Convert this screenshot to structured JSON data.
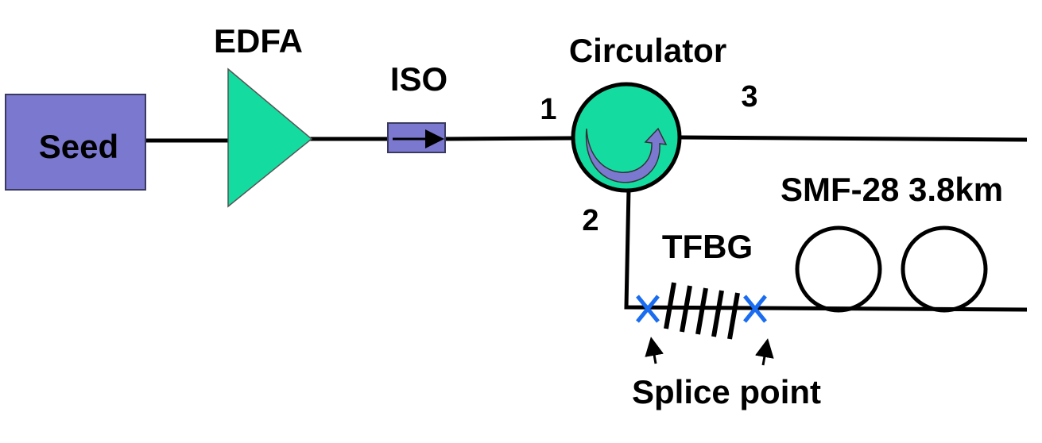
{
  "colors": {
    "seed_fill": "#7b78d0",
    "edfa_fill": "#14dca0",
    "circulator_fill": "#14dca0",
    "isolator_fill": "#7b78d0",
    "circulator_arrow": "#7b78d0",
    "splice_mark": "#1a6cf0",
    "fiber": "#000000"
  },
  "components": {
    "seed_label": "Seed",
    "edfa_label": "EDFA",
    "isolator_label": "ISO",
    "circulator_label": "Circulator",
    "tfbg_label": "TFBG",
    "fiber_spool_label": "SMF-28 3.8km",
    "splice_label": "Splice point"
  },
  "ports": {
    "port1": "1",
    "port2": "2",
    "port3": "3"
  }
}
